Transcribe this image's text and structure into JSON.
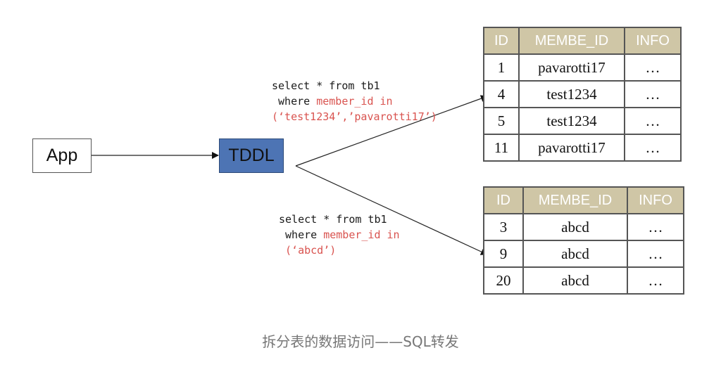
{
  "nodes": {
    "app": "App",
    "tddl": "TDDL"
  },
  "queries": [
    {
      "line1": "select * from tb1",
      "line2_prefix": " where ",
      "line2_highlight": "member_id in",
      "line3": "(‘test1234’,’pavarotti17’)"
    },
    {
      "line1": "select * from tb1",
      "line2_prefix": " where ",
      "line2_highlight": "member_id in",
      "line3": " (‘abcd’)"
    }
  ],
  "tables": [
    {
      "headers": [
        "ID",
        "MEMBE_ID",
        "INFO"
      ],
      "rows": [
        [
          "1",
          "pavarotti17",
          "…"
        ],
        [
          "4",
          "test1234",
          "…"
        ],
        [
          "5",
          "test1234",
          "…"
        ],
        [
          "11",
          "pavarotti17",
          "…"
        ]
      ]
    },
    {
      "headers": [
        "ID",
        "MEMBE_ID",
        "INFO"
      ],
      "rows": [
        [
          "3",
          "abcd",
          "…"
        ],
        [
          "9",
          "abcd",
          "…"
        ],
        [
          "20",
          "abcd",
          "…"
        ]
      ]
    }
  ],
  "caption": "拆分表的数据访问——SQL转发",
  "colors": {
    "tddl_fill": "#4d74b4",
    "header_fill": "#cfc6a6",
    "highlight": "#d9534f",
    "caption": "#777777"
  }
}
